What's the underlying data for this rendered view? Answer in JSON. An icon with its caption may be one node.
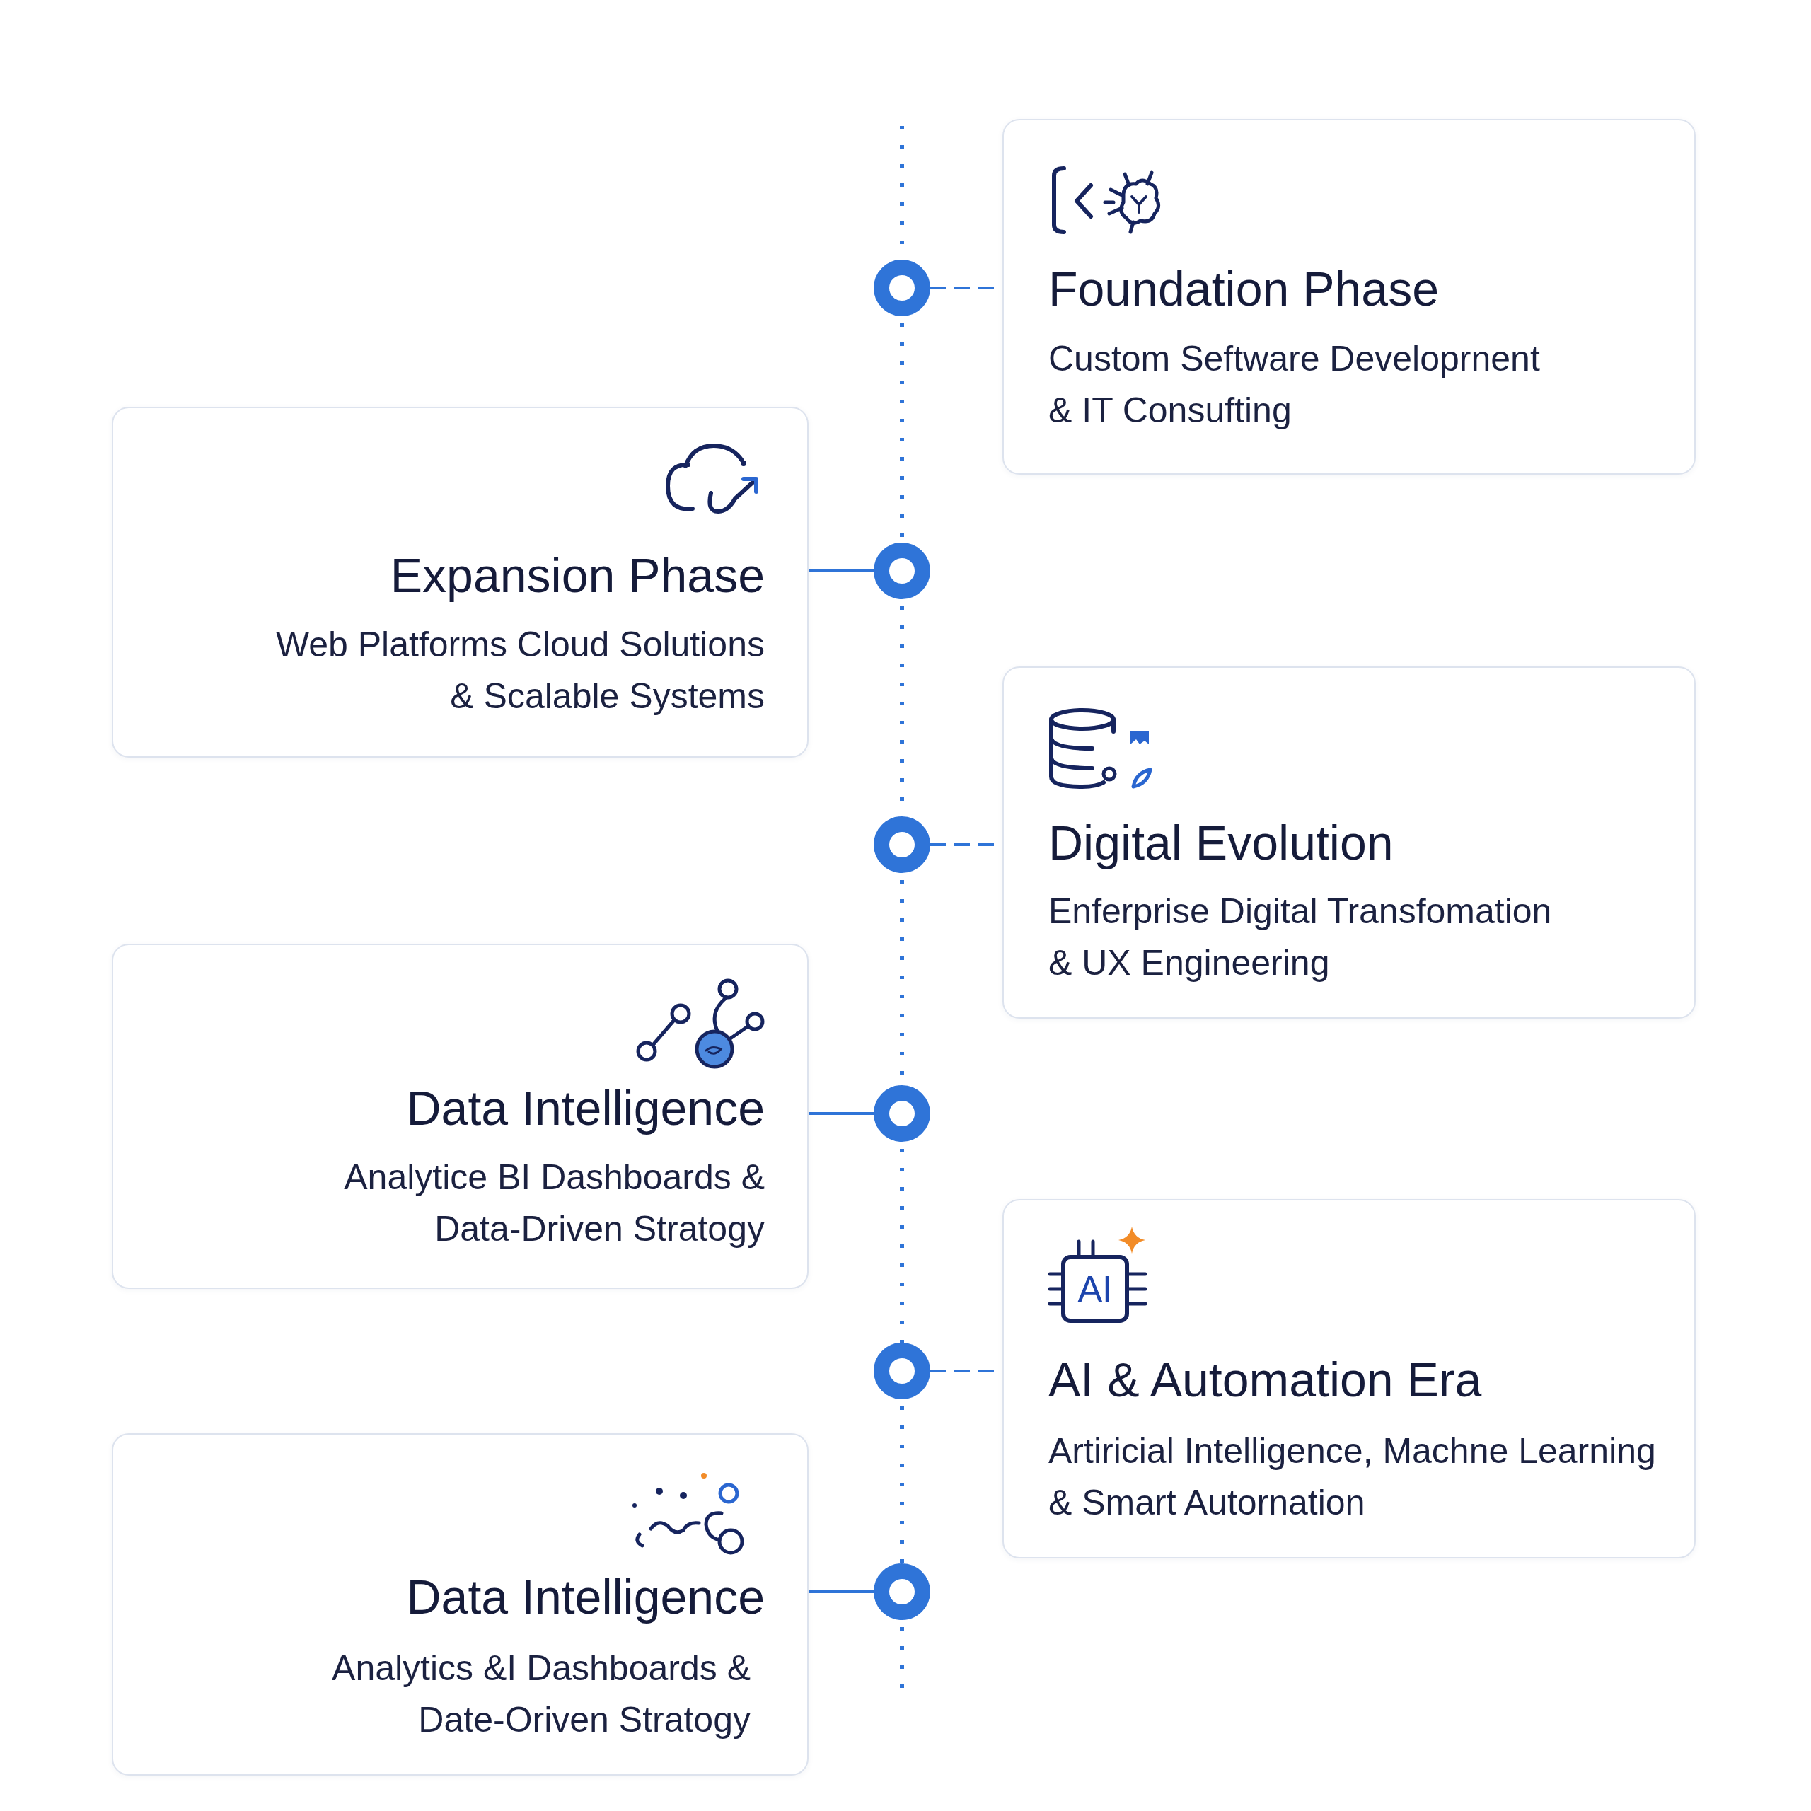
{
  "diagram": {
    "nodes": [
      {
        "text": [
          "Foundation Phase",
          "Custom Seftware Developrnent & IT Consufting"
        ]
      },
      {
        "text": [
          "Expansion Phase",
          "Web Platforms Cloud Solutions & Scalable Systems"
        ]
      },
      {
        "text": [
          "Digital Evolution",
          "Enferprise Digital Transfomation & UX Engineering"
        ]
      },
      {
        "text": [
          "Data Intelligence",
          "Analytice BI Dashboards & Data-Driven Stratogy"
        ]
      },
      {
        "text": [
          "AI & Automation Era",
          "Artiricial Intelligence, Machne Learning & Smart Autornation"
        ]
      },
      {
        "text": [
          "Data Intelligence",
          "Analytics &I Dashboards & Date-Oriven Stratogy"
        ]
      },
      {
        "text": [],
        "shape": "circle"
      },
      {
        "text": [],
        "shape": "circle"
      },
      {
        "text": [],
        "shape": "circle"
      },
      {
        "text": [],
        "shape": "circle"
      },
      {
        "text": [],
        "shape": "circle"
      },
      {
        "text": [],
        "shape": "circle"
      }
    ],
    "edges": [
      {
        "from": 6,
        "to": 0,
        "arrow": "none",
        "style": "dashed"
      },
      {
        "from": 7,
        "to": 1,
        "arrow": "none"
      },
      {
        "from": 8,
        "to": 2,
        "arrow": "none",
        "style": "dashed"
      },
      {
        "from": 9,
        "to": 3,
        "arrow": "none"
      },
      {
        "from": 10,
        "to": 4,
        "arrow": "none",
        "style": "dashed"
      },
      {
        "from": 11,
        "to": 5,
        "arrow": "none"
      },
      {
        "from": null,
        "to": 6,
        "arrow": "none",
        "style": "dashed"
      },
      {
        "from": 6,
        "to": 7,
        "arrow": "none",
        "style": "dashed"
      },
      {
        "from": 7,
        "to": 8,
        "arrow": "none",
        "style": "dashed"
      },
      {
        "from": 8,
        "to": 9,
        "arrow": "none",
        "style": "dashed"
      },
      {
        "from": 9,
        "to": 10,
        "arrow": "none",
        "style": "dashed"
      },
      {
        "from": 10,
        "to": 11,
        "arrow": "none",
        "style": "dashed"
      },
      {
        "from": 11,
        "to": null,
        "arrow": "none",
        "style": "dashed"
      }
    ],
    "labels": [
      "AI"
    ]
  }
}
